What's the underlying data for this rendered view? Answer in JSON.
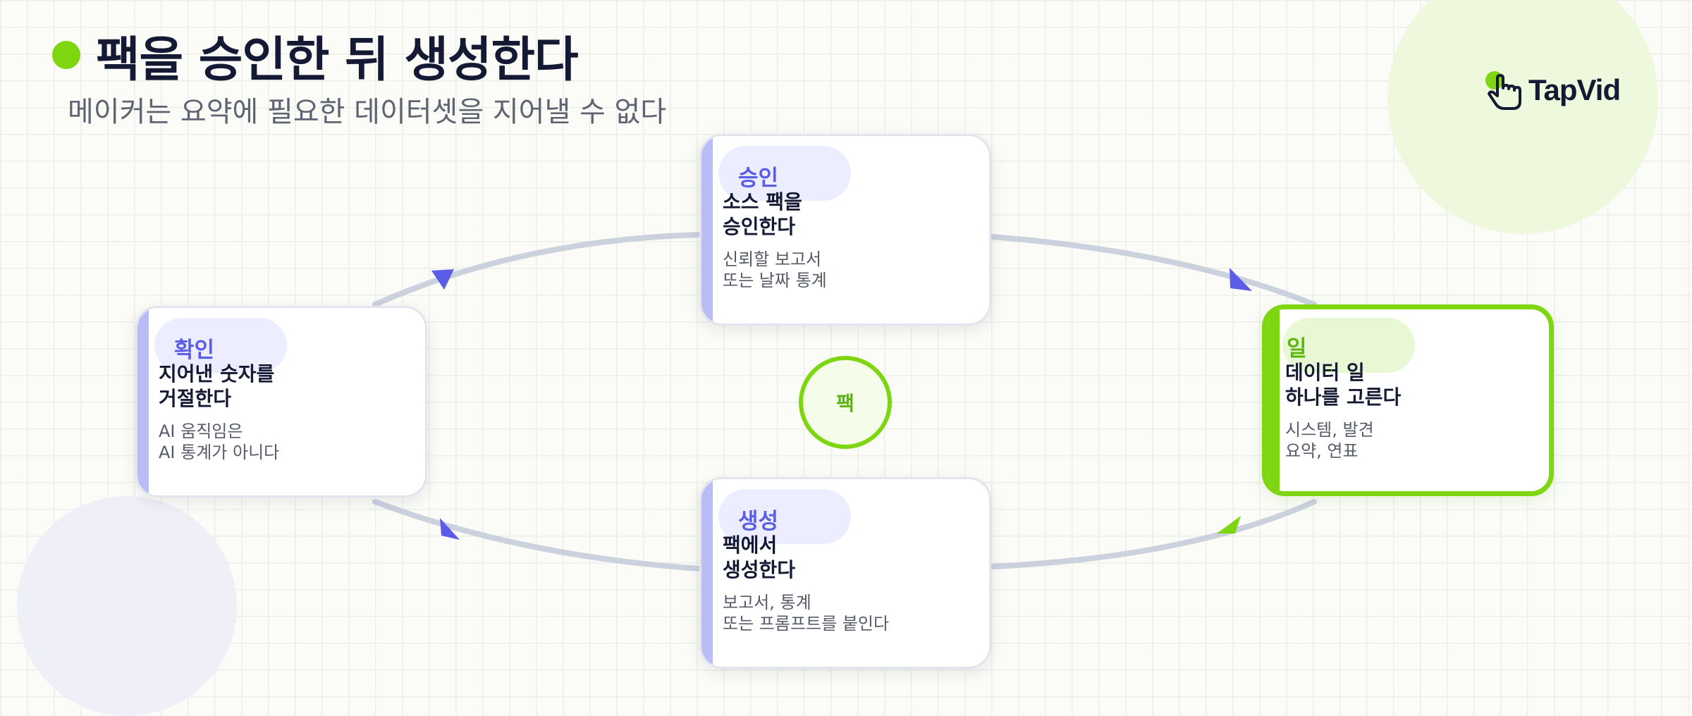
{
  "header": {
    "title": "팩을 승인한 뒤 생성한다",
    "subtitle": "메이커는 요약에 필요한 데이터셋을 지어낼 수 없다"
  },
  "logo": {
    "text": "TapVid",
    "icon": "pointing-hand-icon"
  },
  "hub": {
    "label": "팩"
  },
  "cycle": {
    "approve": {
      "label": "승인",
      "heading": [
        "소스 팩을",
        "승인한다"
      ],
      "body": [
        "신뢰할 보고서",
        "또는 날짜 통계"
      ]
    },
    "job": {
      "label": "일",
      "heading": [
        "데이터 일",
        "하나를 고른다"
      ],
      "body": [
        "시스템, 발견",
        "요약, 연표"
      ]
    },
    "generate": {
      "label": "생성",
      "heading": [
        "팩에서",
        "생성한다"
      ],
      "body": [
        "보고서, 통계",
        "또는 프롬프트를 붙인다"
      ]
    },
    "check": {
      "label": "확인",
      "heading": [
        "지어낸 숫자를",
        "거절한다"
      ],
      "body": [
        "AI 움직임은",
        "AI 통계가 아니다"
      ]
    }
  },
  "colors": {
    "accent_green": "#7dd60f",
    "accent_blue": "#5b5ce8",
    "card_bar_blue": "#b9bdf5",
    "edge_gray": "#cbd2de",
    "text_dark": "#141a33",
    "text_muted": "#5f6472"
  }
}
